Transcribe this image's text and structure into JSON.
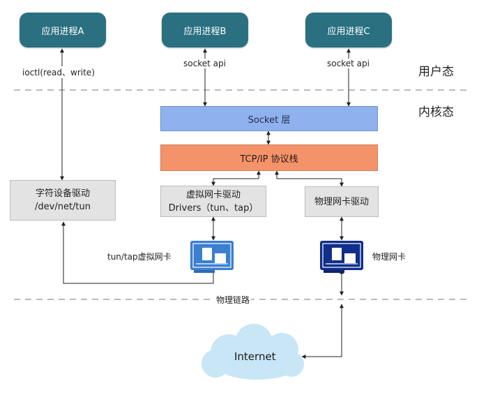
{
  "apps": {
    "a": "应用进程A",
    "b": "应用进程B",
    "c": "应用进程C"
  },
  "interfaces": {
    "ioctl": "ioctl(read、write)",
    "socket_api_b": "socket api",
    "socket_api_c": "socket api"
  },
  "zones": {
    "user": "用户态",
    "kernel": "内核态"
  },
  "kernel": {
    "socket_layer": "Socket 层",
    "tcpip": "TCP/IP 协议栈",
    "char_device": {
      "line1": "字符设备驱动",
      "line2": "/dev/net/tun"
    },
    "virtual_nic_driver": {
      "line1": "虚拟网卡驱动",
      "line2": "Drivers（tun、tap）"
    },
    "physical_nic_driver": "物理网卡驱动"
  },
  "devices": {
    "virtual_nic": "tun/tap虚拟网卡",
    "physical_nic": "物理网卡"
  },
  "physical_link": "物理链路",
  "internet": "Internet",
  "colors": {
    "app": "#2a7080",
    "socket_layer": "#8fb2ee",
    "tcpip": "#f4936a",
    "driver": "#e3e3e3",
    "virtual_nic": "#3a7fd0",
    "physical_nic": "#102e8a",
    "cloud": "#c9e6f6"
  }
}
